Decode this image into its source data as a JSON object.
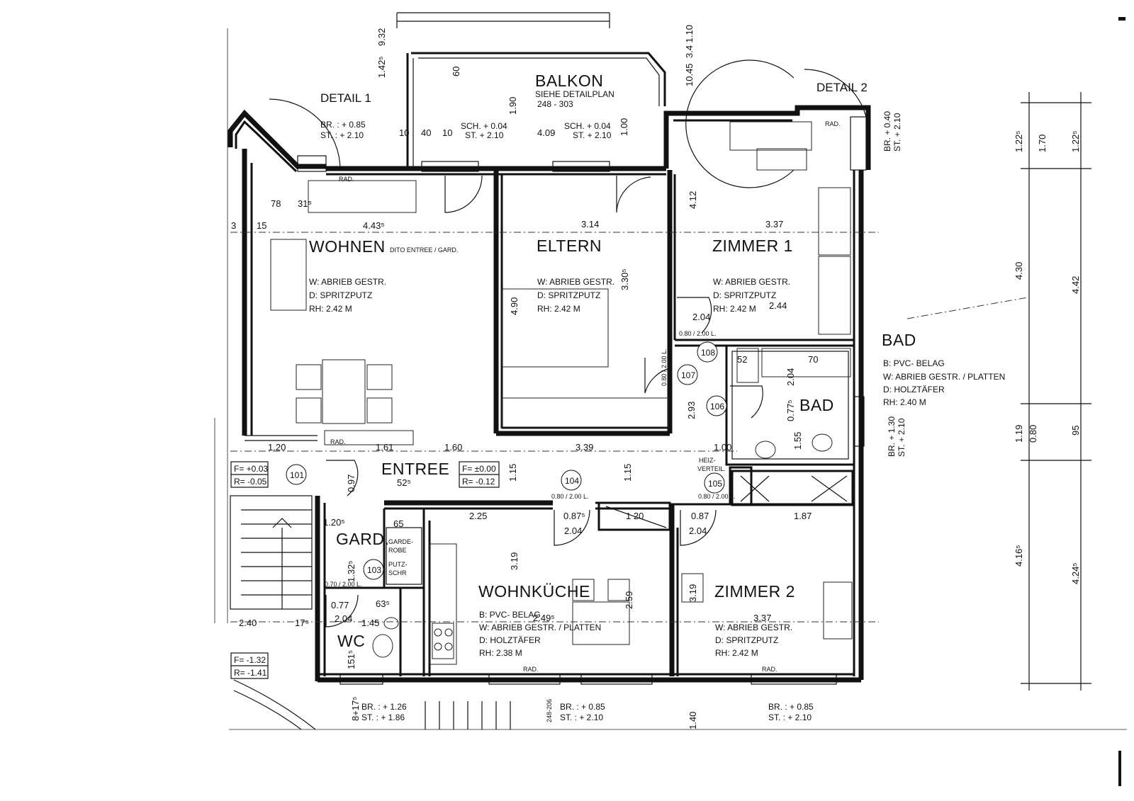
{
  "rooms": {
    "balkon": {
      "name": "BALKON",
      "note": "SIEHE DETAILPLAN",
      "ref": "248 - 303"
    },
    "wohnen": {
      "name": "WOHNEN",
      "note": "DITO ENTREE / GARD.",
      "w": "W: ABRIEB GESTR.",
      "d": "D: SPRITZPUTZ",
      "rh": "RH: 2.42 M"
    },
    "eltern": {
      "name": "ELTERN",
      "w": "W: ABRIEB GESTR.",
      "d": "D: SPRITZPUTZ",
      "rh": "RH: 2.42 M"
    },
    "zimmer1": {
      "name": "ZIMMER 1",
      "w": "W: ABRIEB GESTR.",
      "d": "D: SPRITZPUTZ",
      "rh": "RH: 2.42 M"
    },
    "bad_small": {
      "name": "BAD"
    },
    "bad": {
      "name": "BAD",
      "b": "B: PVC- BELAG",
      "w": "W: ABRIEB GESTR. / PLATTEN",
      "d": "D: HOLZTÄFER",
      "rh": "RH: 2.40 M"
    },
    "entree": {
      "name": "ENTREE"
    },
    "gard": {
      "name": "GARD.",
      "garderobe1": "GARDE-",
      "garderobe2": "ROBE",
      "putz1": "PUTZ-",
      "putz2": "SCHR"
    },
    "wc": {
      "name": "WC"
    },
    "wohnkueche": {
      "name": "WOHNKÜCHE",
      "b": "B: PVC- BELAG",
      "w": "W: ABRIEB GESTR. / PLATTEN",
      "d": "D: HOLZTÄFER",
      "rh": "RH: 2.38 M"
    },
    "zimmer2": {
      "name": "ZIMMER 2",
      "w": "W: ABRIEB GESTR.",
      "d": "D: SPRITZPUTZ",
      "rh": "RH: 2.42 M"
    }
  },
  "details": {
    "detail1": "DETAIL 1",
    "detail2": "DETAIL 2"
  },
  "levels": {
    "entree_f": "F= ±0.00",
    "entree_r": "R= -0.12",
    "left_f": "F= +0.03",
    "left_r": "R= -0.05",
    "lower_f": "F= -1.32",
    "lower_r": "R= -1.41"
  },
  "room_numbers": [
    "101",
    "103",
    "104",
    "105",
    "106",
    "107",
    "108"
  ],
  "door_labels": {
    "d1": "0.80 / 2.00 L.",
    "d2": "0.80 / 2.00 L.",
    "d3": "0.80 / 2.00 L.",
    "d4": "0.70 / 2.00 L.",
    "d5": "0.80 / 2.00 L.",
    "heiz1": "HEIZ-",
    "heiz2": "VERTEIL."
  },
  "windows": {
    "w1_br": "BR. : + 0.85",
    "w1_st": "ST. : + 2.10",
    "sch1": "SCH. + 0.04",
    "st1": "ST. + 2.10",
    "sch2": "SCH. + 0.04",
    "st2": "ST. + 2.10",
    "w_bad_br": "BR. + 1.30",
    "w_bad_st": "ST. + 2.10",
    "w_z1_br": "BR. + 0.40",
    "w_z1_st": "ST. + 2.10",
    "w_wc_br": "BR. : + 1.26",
    "w_wc_st": "ST. : + 1.86",
    "w_k_br": "BR. : + 0.85",
    "w_k_st": "ST. : + 2.10",
    "w_z2_br": "BR. : + 0.85",
    "w_z2_st": "ST. : + 2.10"
  },
  "rad": "RAD.",
  "dims": {
    "d_4435": "4.43⁵",
    "d_314": "3.14",
    "d_337a": "3.37",
    "d_78": "78",
    "d_315": "31⁵",
    "d_3": "3",
    "d_15": "15",
    "d_409": "4.09",
    "d_40": "40",
    "d_10a": "10",
    "d_10b": "10",
    "d_412": "4.12",
    "d_3305": "3.30⁵",
    "d_490": "4.90",
    "d_244": "2.44",
    "d_087a": "0.87",
    "d_204a": "2.04",
    "d_120": "1.20",
    "d_161": "1.61",
    "d_160": "1.60",
    "d_339": "3.39",
    "d_100": "1.00",
    "d_225": "2.25",
    "d_087b": "0.87⁵",
    "d_204b": "2.04",
    "d_204c": "2.04",
    "d_187": "1.87",
    "d_319a": "3.19",
    "d_319b": "3.19",
    "d_259": "2.59",
    "d_337b": "3.37",
    "d_240": "2.40",
    "d_175": "17⁵",
    "d_115a": "1.15",
    "d_115b": "1.15",
    "d_293": "2.93",
    "d_190": "1.90",
    "d_100b": "1.00",
    "d_60": "60",
    "d_120b": "1 20",
    "d_142": "1.42⁵",
    "d_932": "9.32",
    "d_1045": "10.45",
    "d_3410": "3.4 1.10",
    "d_1225a": "1.22⁵",
    "d_170": "1.70",
    "d_1225b": "1.22⁵",
    "d_430": "4.30",
    "d_442": "4.42",
    "d_119": "1.19",
    "d_080": "0.80",
    "d_95": "95",
    "d_4165": "4.16⁵",
    "d_4245": "4.24⁵",
    "d_70": "70",
    "d_52": "52",
    "d_155": "1.55",
    "d_0775": "0.77⁵",
    "d_2045": "2.04",
    "d_525": "52⁵",
    "d_065": "65",
    "d_1325": "1.32⁵",
    "d_1205": "1.20⁵",
    "d_077": "0.77",
    "d_635": "63⁵",
    "d_145": "1.45",
    "d_1515": "151⁵",
    "d_204d": "2.04",
    "d_097": "0.97",
    "d_2495": "2.49⁵",
    "d_140": "1.40",
    "d_8175": "8+17⁵",
    "d_248206": "248-206"
  }
}
